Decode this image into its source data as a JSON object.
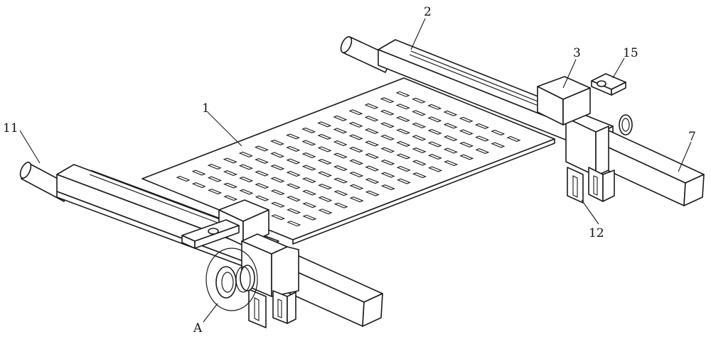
{
  "labels": {
    "1": "1",
    "2": "2",
    "3": "3",
    "7": "7",
    "11": "11",
    "12": "12",
    "15": "15",
    "A": "A"
  },
  "colors": {
    "line": "#1a1a1a",
    "background": "#ffffff"
  }
}
